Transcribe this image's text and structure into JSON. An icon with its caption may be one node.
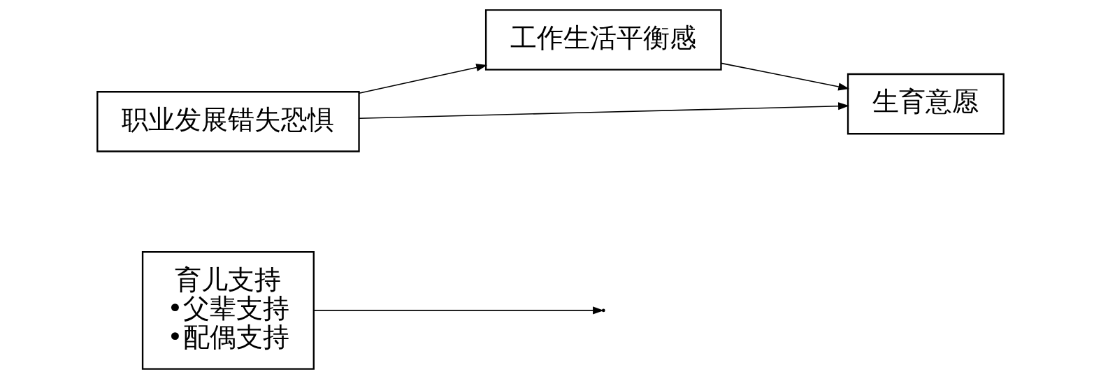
{
  "diagram": {
    "nodes": [
      {
        "text": [
          "育儿支持",
          "•父辈支持",
          "•配偶支持"
        ]
      },
      {
        "text": [
          "工作生活平衡感"
        ]
      },
      {
        "text": [
          "职业发展错失恐惧"
        ]
      },
      {
        "text": [
          "生育意愿"
        ]
      }
    ],
    "edges": [
      {
        "from": 0,
        "to": null,
        "arrow": "to"
      },
      {
        "from": 2,
        "to": 1,
        "arrow": "to"
      },
      {
        "from": 1,
        "to": 3,
        "arrow": "to"
      },
      {
        "from": 2,
        "to": 3,
        "arrow": "to"
      }
    ]
  }
}
